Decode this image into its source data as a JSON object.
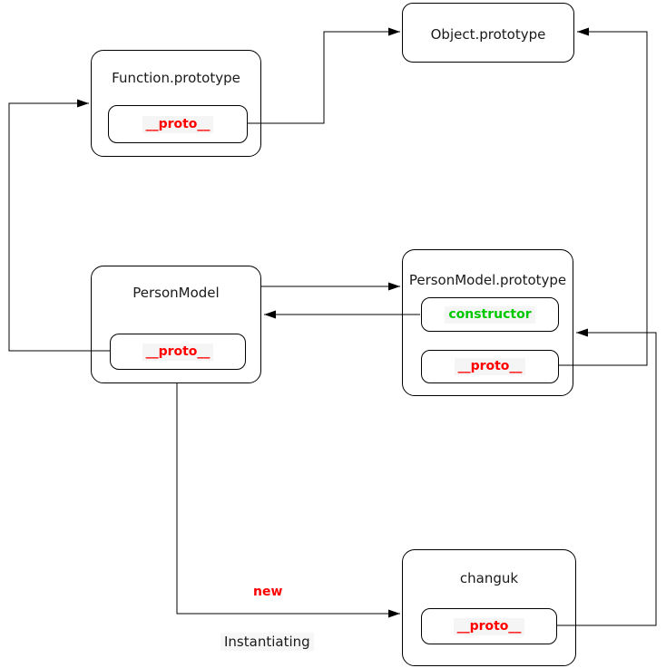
{
  "diagram": {
    "nodes": {
      "object_prototype": {
        "title": "Object.prototype"
      },
      "function_prototype": {
        "title": "Function.prototype",
        "slots": {
          "proto": "__proto__"
        }
      },
      "person_model": {
        "title": "PersonModel",
        "slots": {
          "proto": "__proto__"
        }
      },
      "person_model_prototype": {
        "title": "PersonModel.prototype",
        "slots": {
          "constructor": "constructor",
          "proto": "__proto__"
        }
      },
      "changuk": {
        "title": "changuk",
        "slots": {
          "proto": "__proto__"
        }
      }
    },
    "labels": {
      "new_keyword": "new",
      "instantiating": "Instantiating"
    },
    "colors": {
      "line": "#000000",
      "plain_text": "#1a1a1a",
      "proto_text": "#ff0000",
      "constructor_text": "#00c800",
      "new_text": "#ff0000",
      "background": "#ffffff"
    },
    "edges": [
      {
        "from": "Function.prototype.__proto__",
        "to": "Object.prototype"
      },
      {
        "from": "PersonModel.prototype.__proto__",
        "to": "Object.prototype"
      },
      {
        "from": "PersonModel.__proto__",
        "to": "Function.prototype"
      },
      {
        "from": "PersonModel",
        "to": "PersonModel.prototype"
      },
      {
        "from": "PersonModel.prototype.constructor",
        "to": "PersonModel"
      },
      {
        "from": "changuk.__proto__",
        "to": "PersonModel.prototype"
      },
      {
        "from": "PersonModel",
        "to": "changuk",
        "label": "new",
        "caption": "Instantiating"
      }
    ]
  }
}
